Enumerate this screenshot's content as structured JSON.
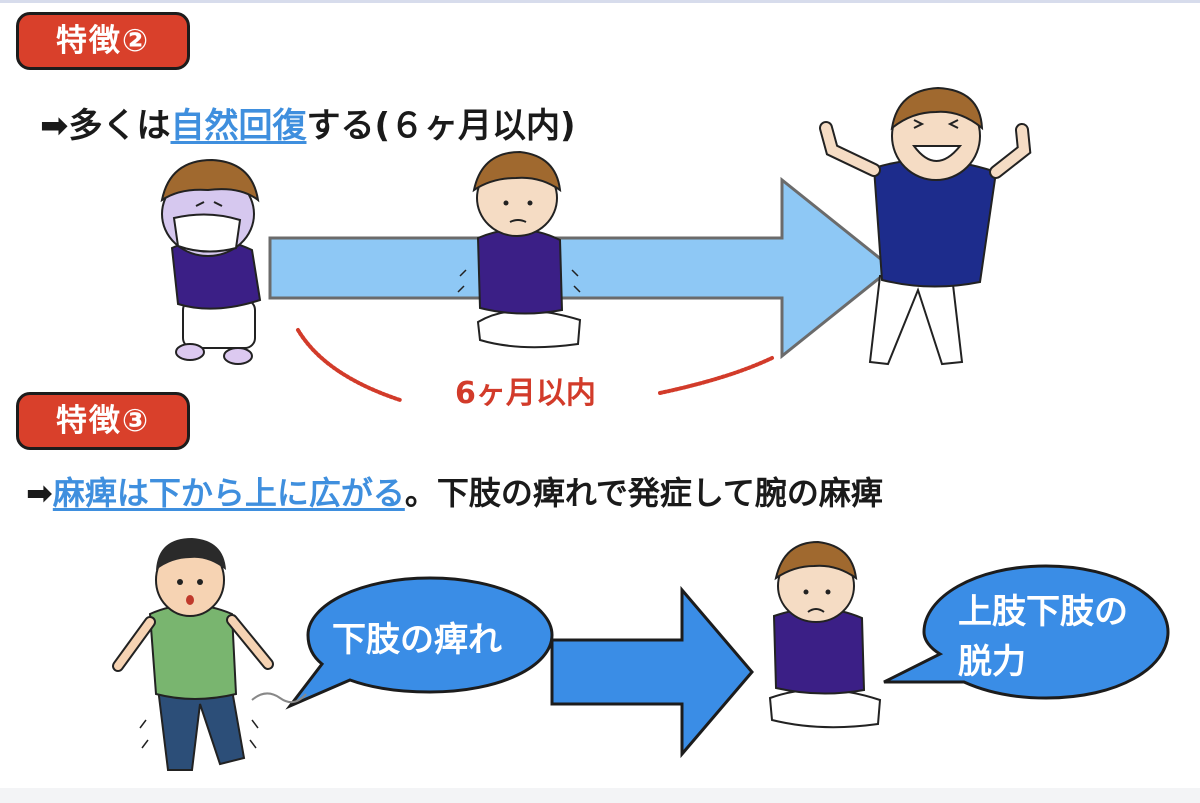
{
  "section2": {
    "badge": "特徴②",
    "arrow_glyph": "➡",
    "line_before": "多くは",
    "line_highlight": "自然回復",
    "line_after": "する(６ヶ月以内)",
    "timeline_label": "6ヶ月以内"
  },
  "section3": {
    "badge": "特徴③",
    "arrow_glyph": "➡",
    "line_highlight": "麻痺は下から上に広がる",
    "line_after": "。下肢の痺れで発症して腕の麻痺",
    "bubble_left_text": "下肢の痺れ",
    "bubble_right_line1": "上肢下肢の",
    "bubble_right_line2": "脱力"
  },
  "colors": {
    "badge_red": "#d9402b",
    "highlight_blue": "#3f8fde",
    "arrow_light_blue": "#8ec8f5",
    "arrow_blue": "#3a8de6",
    "bubble_blue": "#3a8de6",
    "timeline_red": "#d23b2a",
    "shirt_purple": "#3b1f86",
    "shirt_navy": "#1d2c8c",
    "hair_brown": "#a0692f",
    "shirt_green": "#79b56f"
  },
  "icons": [
    "sick-person-with-mask",
    "shaky-kneeling-person",
    "cheering-recovered-person",
    "startled-person-legs-trembling",
    "weak-kneeling-person"
  ]
}
